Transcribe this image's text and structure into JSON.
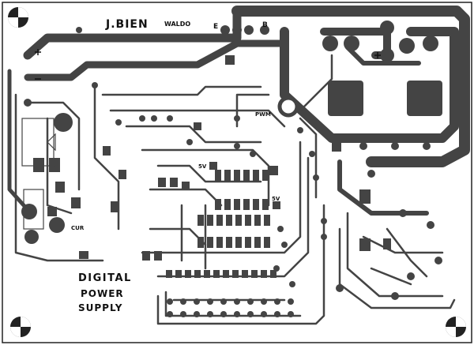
{
  "board": {
    "author": "J.BIEN",
    "nickname": "WALDO",
    "title_line1": "DIGITAL",
    "title_line2": "POWER",
    "title_line3": "SUPPLY"
  },
  "silkscreen": {
    "emitter": "E",
    "base": "B",
    "pwm": "PWM",
    "five_volt_a": "5V",
    "five_volt_b": "5V",
    "current": "CUR"
  },
  "colors": {
    "copper": "#444444",
    "board": "#ffffff",
    "frame": "#222222"
  }
}
